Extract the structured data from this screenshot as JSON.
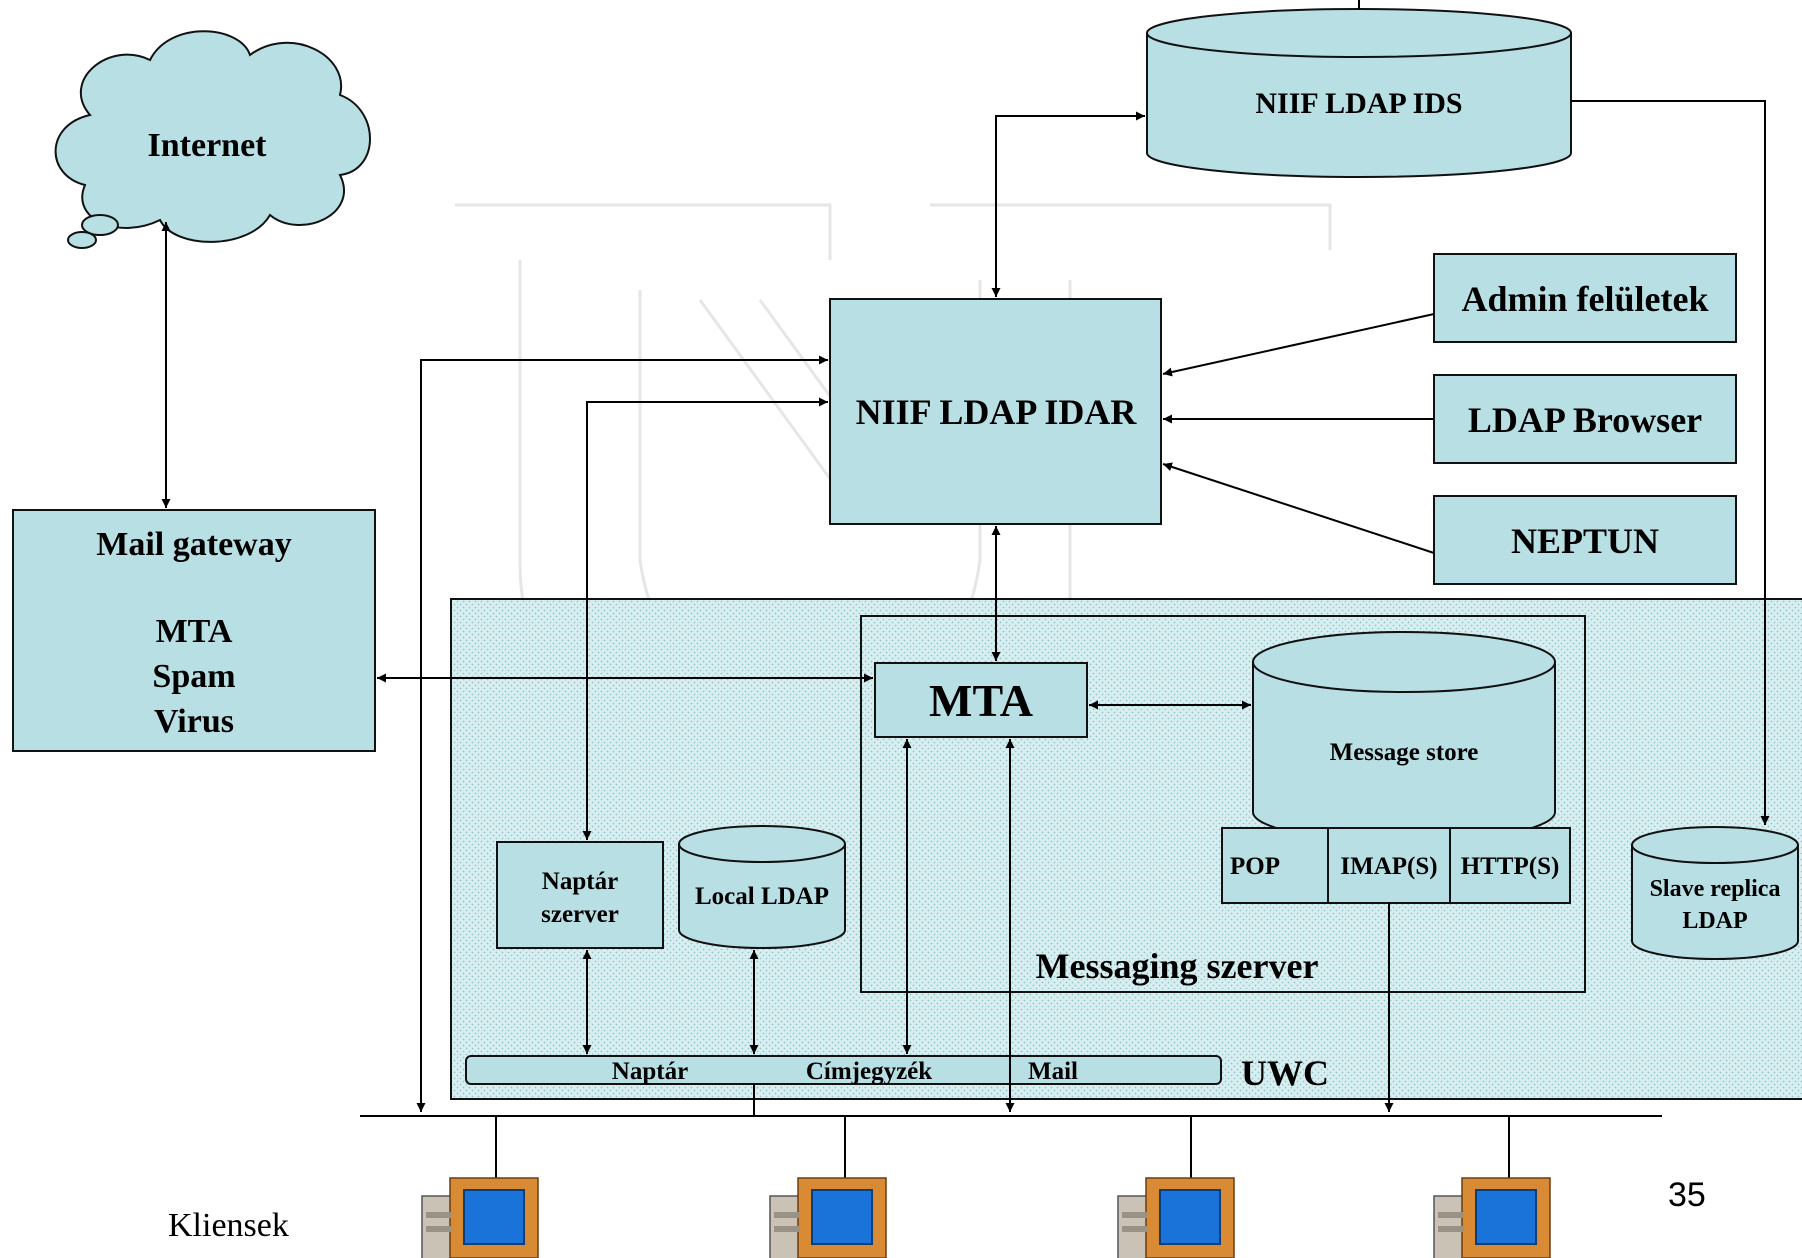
{
  "nodes": {
    "internet": "Internet",
    "ids": "NIIF LDAP IDS",
    "idar": "NIIF LDAP IDAR",
    "admin": "Admin felületek",
    "ldap_browser": "LDAP Browser",
    "neptun": "NEPTUN",
    "mail_gateway": {
      "title": "Mail gateway",
      "lines": [
        "MTA",
        "Spam",
        "Virus"
      ]
    },
    "mta": "MTA",
    "message_store": "Message store",
    "protocols": [
      "POP",
      "IMAP(S)",
      "HTTP(S)"
    ],
    "naptar_szerver": [
      "Naptár",
      "szerver"
    ],
    "local_ldap": "Local LDAP",
    "slave_replica": [
      "Slave replica",
      "LDAP"
    ],
    "messaging_szerver": "Messaging szerver",
    "uwc_items": [
      "Naptár",
      "Címjegyzék",
      "Mail"
    ],
    "uwc": "UWC"
  },
  "clients_label": "Kliensek",
  "clients_count": 4,
  "page_number": "35",
  "colors": {
    "box_fill": "#b8dfe3",
    "dotted_bg": "#d6ecef",
    "border": "#111111",
    "monitor_screen": "#1a73d8",
    "monitor_body": "#c8833a"
  },
  "icons": [
    "cloud-icon",
    "computer-icon"
  ]
}
